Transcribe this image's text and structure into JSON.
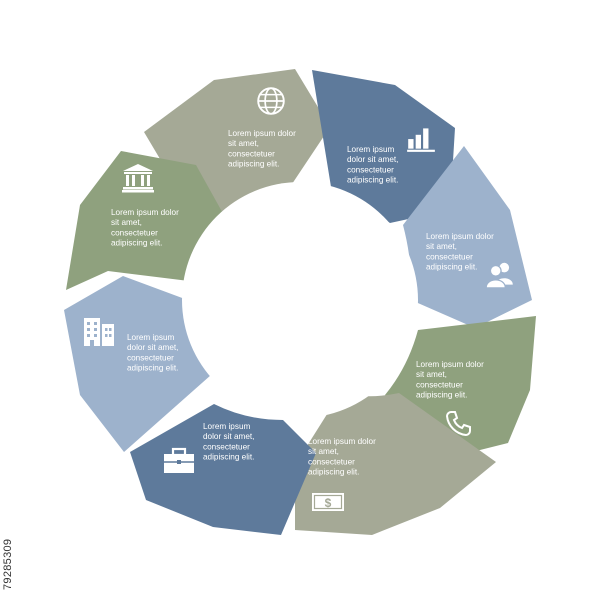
{
  "diagram": {
    "type": "cycle-infographic",
    "segments": [
      {
        "id": "globe",
        "icon": "globe-icon",
        "color": "#a5a996",
        "lines": [
          "Lorem ipsum dolor",
          "sit amet,",
          "consectetuer",
          "adipiscing elit."
        ]
      },
      {
        "id": "chart",
        "icon": "bar-chart-icon",
        "color": "#5e7a9b",
        "lines": [
          "Lorem ipsum",
          "dolor sit amet,",
          "consectetuer",
          "adipiscing elit."
        ]
      },
      {
        "id": "users",
        "icon": "users-icon",
        "color": "#9db2cc",
        "lines": [
          "Lorem ipsum dolor",
          "sit amet,",
          "consectetuer",
          "adipiscing elit."
        ]
      },
      {
        "id": "phone",
        "icon": "phone-icon",
        "color": "#8fa17e",
        "lines": [
          "Lorem ipsum dolor",
          "sit amet,",
          "consectetuer",
          "adipiscing elit."
        ]
      },
      {
        "id": "money",
        "icon": "money-icon",
        "color": "#a5a996",
        "lines": [
          "Lorem ipsum dolor",
          "sit amet,",
          "consectetuer",
          "adipiscing elit."
        ]
      },
      {
        "id": "briefcase",
        "icon": "briefcase-icon",
        "color": "#5e7a9b",
        "lines": [
          "Lorem ipsum",
          "dolor sit amet,",
          "consectetuer",
          "adipiscing elit."
        ]
      },
      {
        "id": "building",
        "icon": "building-icon",
        "color": "#9db2cc",
        "lines": [
          "Lorem ipsum",
          "dolor sit amet,",
          "consectetuer",
          "adipiscing elit."
        ]
      },
      {
        "id": "bank",
        "icon": "bank-icon",
        "color": "#8fa17e",
        "lines": [
          "Lorem ipsum dolor",
          "sit amet,",
          "consectetuer",
          "adipiscing elit."
        ]
      }
    ]
  },
  "stock_id": "79285309"
}
